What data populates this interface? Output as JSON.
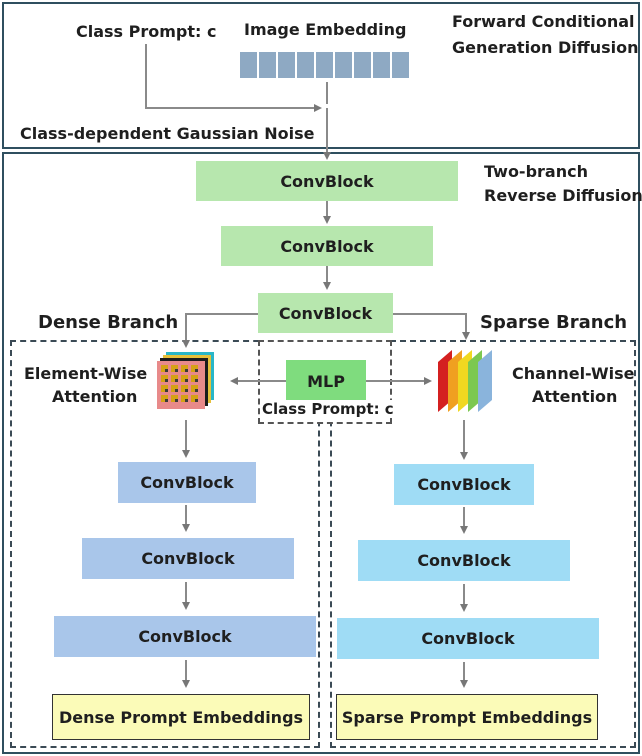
{
  "top": {
    "class_prompt": "Class Prompt: c",
    "image_embedding": "Image Embedding",
    "forward_title_line1": "Forward Conditional",
    "forward_title_line2": "Generation Diffusion",
    "noise_label": "Class-dependent Gaussian Noise"
  },
  "reverse": {
    "title_line1": "Two-branch",
    "title_line2": "Reverse Diffusion",
    "shared_blocks": [
      "ConvBlock",
      "ConvBlock",
      "ConvBlock"
    ]
  },
  "dense": {
    "title": "Dense Branch",
    "attention_line1": "Element-Wise",
    "attention_line2": "Attention",
    "blocks": [
      "ConvBlock",
      "ConvBlock",
      "ConvBlock"
    ],
    "output": "Dense Prompt Embeddings"
  },
  "sparse": {
    "title": "Sparse Branch",
    "attention_line1": "Channel-Wise",
    "attention_line2": "Attention",
    "blocks": [
      "ConvBlock",
      "ConvBlock",
      "ConvBlock"
    ],
    "output": "Sparse Prompt Embeddings"
  },
  "center": {
    "mlp": "MLP",
    "class_prompt": "Class Prompt: c"
  },
  "colors": {
    "convblock_shared": "#b7e7ae",
    "convblock_dense": "#a9c6ea",
    "convblock_sparse": "#9fdcf5",
    "mlp": "#7fdc7e",
    "embedding_out": "#fbfbb8",
    "image_embedding_cells": "#8ea9c3"
  },
  "icons": {
    "element_wise": "stacked-grid-icon",
    "channel_wise": "channel-stack-icon"
  }
}
